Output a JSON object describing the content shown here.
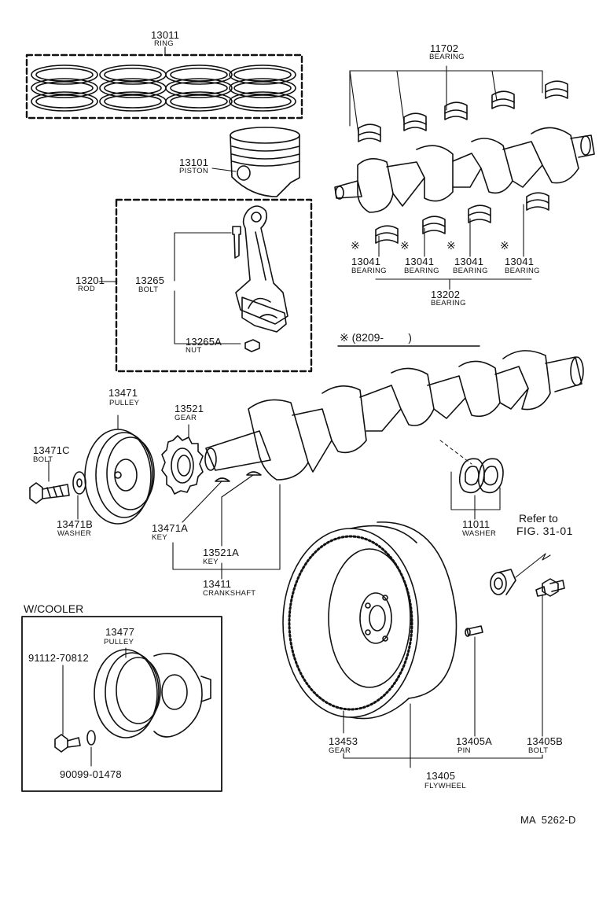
{
  "parts": {
    "ring": {
      "number": "13011",
      "name": "RING"
    },
    "piston": {
      "number": "13101",
      "name": "PISTON"
    },
    "rod": {
      "number": "13201",
      "name": "ROD"
    },
    "rod_bolt": {
      "number": "13265",
      "name": "BOLT"
    },
    "rod_nut": {
      "number": "13265A",
      "name": "NUT"
    },
    "upper_bearing": {
      "number": "11702",
      "name": "BEARING"
    },
    "crank_bearing_1": {
      "number": "13041",
      "name": "BEARING",
      "mark": "※"
    },
    "crank_bearing_2": {
      "number": "13041",
      "name": "BEARING",
      "mark": "※"
    },
    "crank_bearing_3": {
      "number": "13041",
      "name": "BEARING",
      "mark": "※"
    },
    "crank_bearing_4": {
      "number": "13041",
      "name": "BEARING",
      "mark": "※"
    },
    "bearing_set": {
      "number": "13202",
      "name": "BEARING"
    },
    "pulley": {
      "number": "13471",
      "name": "PULLEY"
    },
    "gear": {
      "number": "13521",
      "name": "GEAR"
    },
    "pulley_bolt": {
      "number": "13471C",
      "name": "BOLT"
    },
    "pulley_washer": {
      "number": "13471B",
      "name": "WASHER"
    },
    "pulley_key": {
      "number": "13471A",
      "name": "KEY"
    },
    "gear_key": {
      "number": "13521A",
      "name": "KEY"
    },
    "crankshaft": {
      "number": "13411",
      "name": "CRANKSHAFT"
    },
    "thrust_washer": {
      "number": "11011",
      "name": "WASHER"
    },
    "cooler_pulley": {
      "number": "13477",
      "name": "PULLEY"
    },
    "cooler_bolt": {
      "number": "91112-70812"
    },
    "cooler_washer": {
      "number": "90099-01478"
    },
    "ring_gear": {
      "number": "13453",
      "name": "GEAR"
    },
    "flywheel_pin": {
      "number": "13405A",
      "name": "PIN"
    },
    "flywheel_bolt": {
      "number": "13405B",
      "name": "BOLT"
    },
    "flywheel": {
      "number": "13405",
      "name": "FLYWHEEL"
    }
  },
  "notes": {
    "serial_range": "※ (8209-        )",
    "refer_line1": "Refer to",
    "refer_line2": "FIG. 31-01",
    "cooler_title": "W/COOLER",
    "diagram_code": "MA  5262-D"
  },
  "colors": {
    "ink": "#111111",
    "background": "#ffffff"
  }
}
